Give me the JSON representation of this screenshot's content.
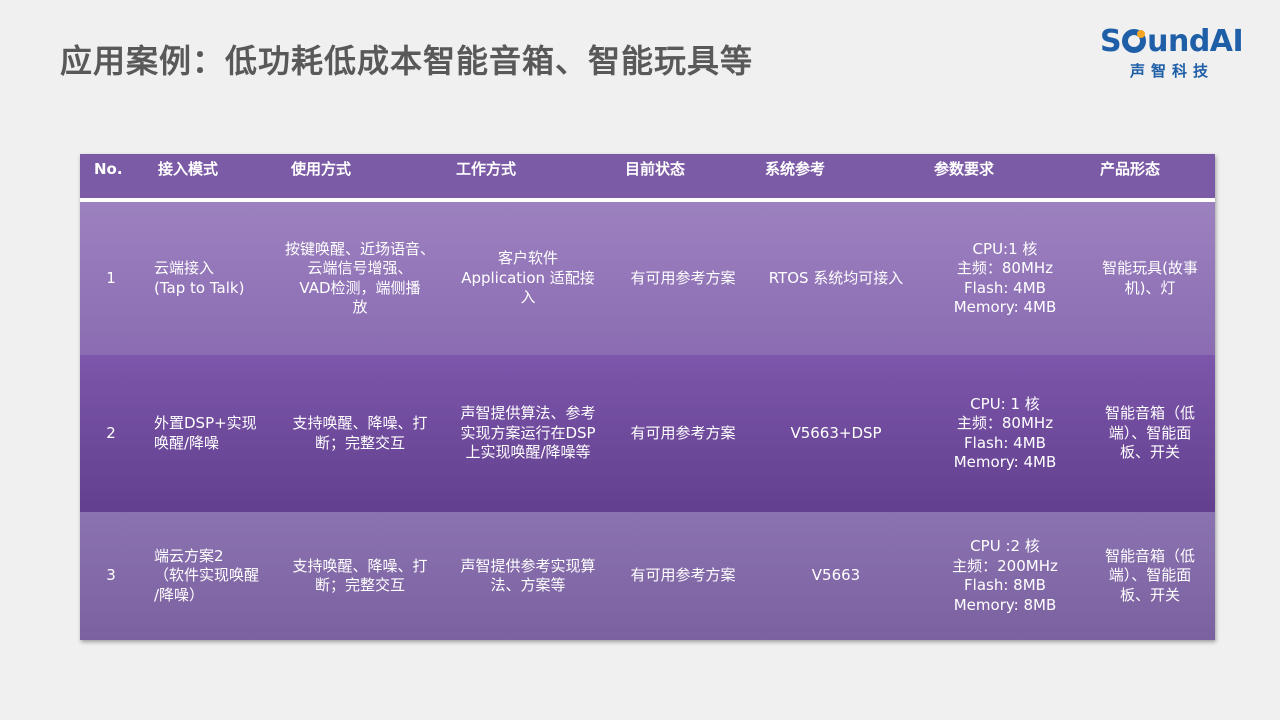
{
  "title": "应用案例：低功耗低成本智能音箱、智能玩具等",
  "logo": {
    "word_before": "S",
    "word_after": "undAI",
    "subtitle": "声智科技"
  },
  "table": {
    "headers": [
      "No.",
      "接入模式",
      "使用方式",
      "工作方式",
      "目前状态",
      "系统参考",
      "参数要求",
      "产品形态"
    ],
    "rows": [
      {
        "no": "1",
        "mode": "云端接入\n(Tap to Talk)",
        "usage": "按键唤醒、近场语音、\n云端信号增强、\nVAD检测，端侧播\n放",
        "work": "客户软件\nApplication 适配接\n入",
        "status": "有可用参考方案",
        "system": "RTOS 系统均可接入",
        "params": "CPU:1 核\n主频：80MHz\nFlash: 4MB\nMemory: 4MB",
        "product": "智能玩具(故事\n机)、灯"
      },
      {
        "no": "2",
        "mode": "外置DSP+实现\n唤醒/降噪",
        "usage": "支持唤醒、降噪、打\n断；完整交互",
        "work": "声智提供算法、参考\n实现方案运行在DSP\n上实现唤醒/降噪等",
        "status": "有可用参考方案",
        "system": "V5663+DSP",
        "params": "CPU: 1 核\n主频：80MHz\nFlash: 4MB\nMemory: 4MB",
        "product": "智能音箱（低\n端）、智能面\n板、开关"
      },
      {
        "no": "3",
        "mode": "端云方案2\n（软件实现唤醒\n/降噪）",
        "usage": "支持唤醒、降噪、打\n断；完整交互",
        "work": "声智提供参考实现算\n法、方案等",
        "status": "有可用参考方案",
        "system": "V5663",
        "params": "CPU :2 核\n主频：200MHz\nFlash: 8MB\nMemory: 8MB",
        "product": "智能音箱（低\n端）、智能面\n板、开关"
      }
    ]
  }
}
